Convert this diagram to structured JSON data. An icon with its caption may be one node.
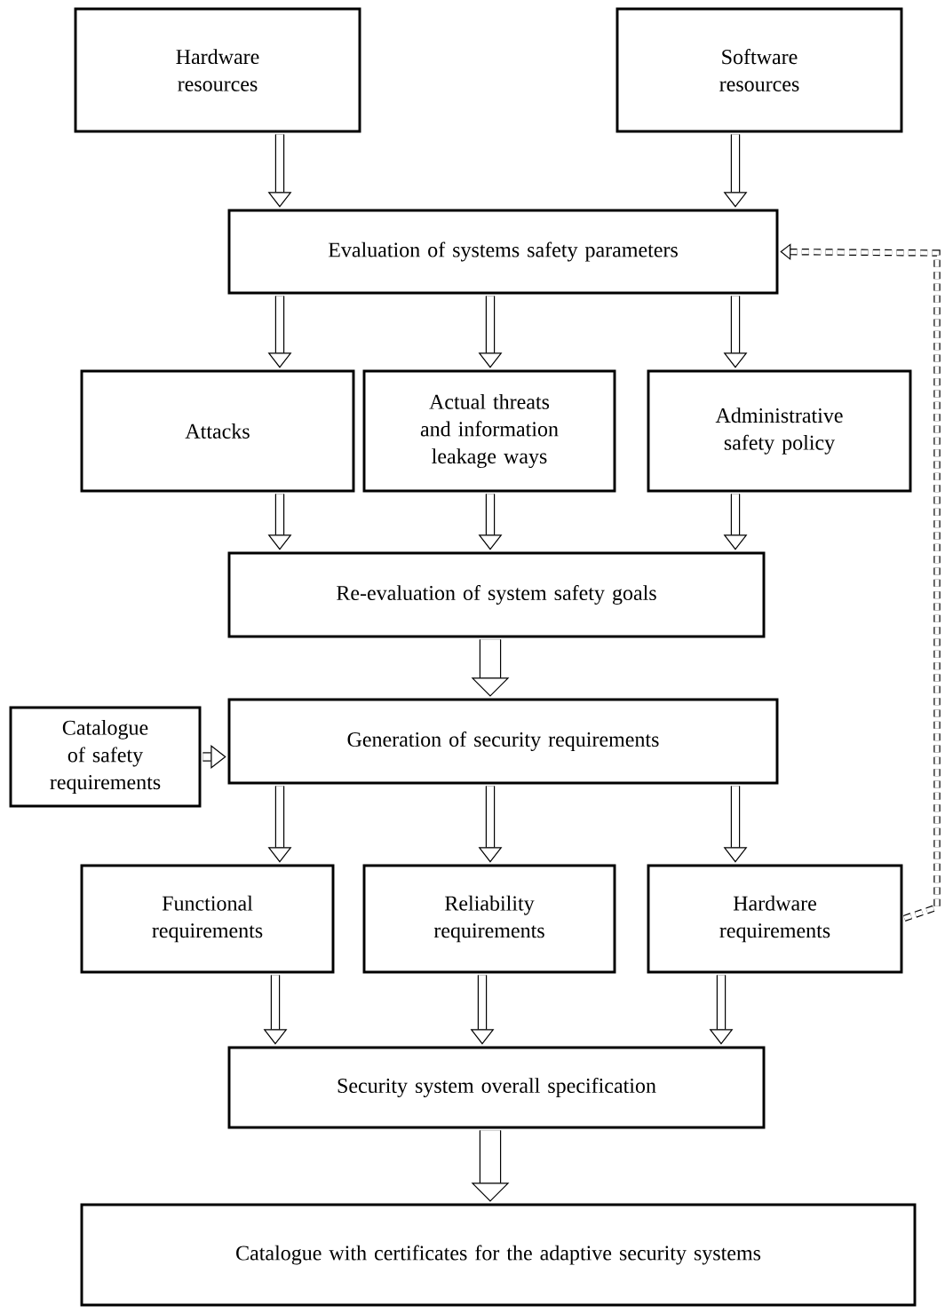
{
  "diagram": {
    "nodes": [
      {
        "text": [
          "Hardware resources"
        ]
      },
      {
        "text": [
          "Software resources"
        ]
      },
      {
        "text": [
          "Evaluation of systems safety parameters"
        ]
      },
      {
        "text": [
          "Attacks"
        ]
      },
      {
        "text": [
          "Actual threats and information leakage ways"
        ]
      },
      {
        "text": [
          "Administrative safety policy"
        ]
      },
      {
        "text": [
          "Re-evaluation of system safety goals"
        ]
      },
      {
        "text": [
          "Catalogue of safety requirements"
        ]
      },
      {
        "text": [
          "Generation of security  requirements"
        ]
      },
      {
        "text": [
          "Functional requirements"
        ]
      },
      {
        "text": [
          "Reliability requirements"
        ]
      },
      {
        "text": [
          "Hardware requirements"
        ]
      },
      {
        "text": [
          "Security system overall specification"
        ]
      },
      {
        "text": [
          "Catalogue with certificates for the adaptive security systems"
        ]
      }
    ],
    "edges": [
      {
        "from": 0,
        "to": 2,
        "arrow": "to"
      },
      {
        "from": 1,
        "to": 2,
        "arrow": "to"
      },
      {
        "from": 2,
        "to": 3,
        "arrow": "to"
      },
      {
        "from": 2,
        "to": 4,
        "arrow": "to"
      },
      {
        "from": 2,
        "to": 5,
        "arrow": "to"
      },
      {
        "from": 3,
        "to": 6,
        "arrow": "to"
      },
      {
        "from": 4,
        "to": 6,
        "arrow": "to"
      },
      {
        "from": 5,
        "to": 6,
        "arrow": "to"
      },
      {
        "from": 6,
        "to": 8,
        "arrow": "to",
        "style": "thick"
      },
      {
        "from": 7,
        "to": 8,
        "arrow": "to"
      },
      {
        "from": 8,
        "to": 9,
        "arrow": "to"
      },
      {
        "from": 8,
        "to": 10,
        "arrow": "to"
      },
      {
        "from": 8,
        "to": 11,
        "arrow": "to"
      },
      {
        "from": 9,
        "to": 12,
        "arrow": "to"
      },
      {
        "from": 10,
        "to": 12,
        "arrow": "to"
      },
      {
        "from": 11,
        "to": 12,
        "arrow": "to"
      },
      {
        "from": 12,
        "to": 13,
        "arrow": "to",
        "style": "thick"
      },
      {
        "from": 11,
        "to": 2,
        "arrow": "to",
        "style": "dashed"
      }
    ]
  }
}
